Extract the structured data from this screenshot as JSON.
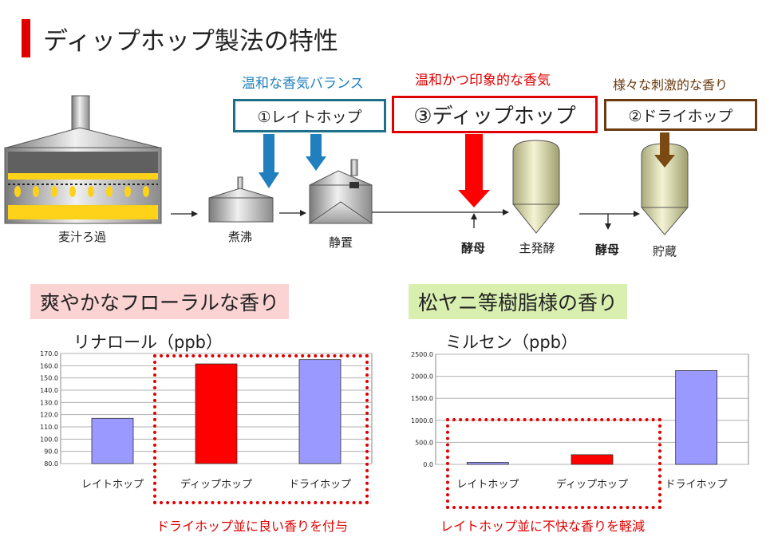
{
  "title": "ディップホップ製法の特性",
  "process": {
    "steps": {
      "lauter": "麦汁ろ過",
      "boil": "煮沸",
      "whirlpool": "静置",
      "fermentation": "主発酵",
      "storage": "貯蔵"
    },
    "yeast_label_1": "酵母",
    "yeast_label_2": "酵母",
    "hop_boxes": {
      "late": {
        "label": "①レイトホップ",
        "caption": "温和な香気バランス",
        "color": "#1f6f8b"
      },
      "dip": {
        "label": "③ディップホップ",
        "caption": "温和かつ印象的な香気",
        "color": "#e00000"
      },
      "dry": {
        "label": "②ドライホップ",
        "caption": "様々な刺激的な香り",
        "color": "#6b3a10"
      }
    }
  },
  "sections": {
    "left": {
      "banner": "爽やかなフローラルな香り",
      "chart_title": "リナロール（ppb）",
      "note": "ドライホップ並に良い香りを付与"
    },
    "right": {
      "banner": "松ヤニ等樹脂様の香り",
      "chart_title": "ミルセン（ppb）",
      "note": "レイトホップ並に不快な香りを軽減"
    }
  },
  "chart_data": [
    {
      "type": "bar",
      "title": "リナロール（ppb）",
      "categories": [
        "レイトホップ",
        "ディップホップ",
        "ドライホップ"
      ],
      "values": [
        117,
        161.5,
        165
      ],
      "colors": [
        "#9999ff",
        "#ff0000",
        "#9999ff"
      ],
      "ylim": [
        80,
        170
      ],
      "yticks": [
        "80.0",
        "90.0",
        "100.0",
        "110.0",
        "120.0",
        "130.0",
        "140.0",
        "150.0",
        "160.0",
        "170.0"
      ],
      "grid": true
    },
    {
      "type": "bar",
      "title": "ミルセン（ppb）",
      "categories": [
        "レイトホップ",
        "ディップホップ",
        "ドライホップ"
      ],
      "values": [
        45,
        220,
        2130
      ],
      "colors": [
        "#9999ff",
        "#ff0000",
        "#9999ff"
      ],
      "ylim": [
        0,
        2500
      ],
      "yticks": [
        "0.0",
        "500.0",
        "1000.0",
        "1500.0",
        "2000.0",
        "2500.0"
      ],
      "grid": true
    }
  ]
}
